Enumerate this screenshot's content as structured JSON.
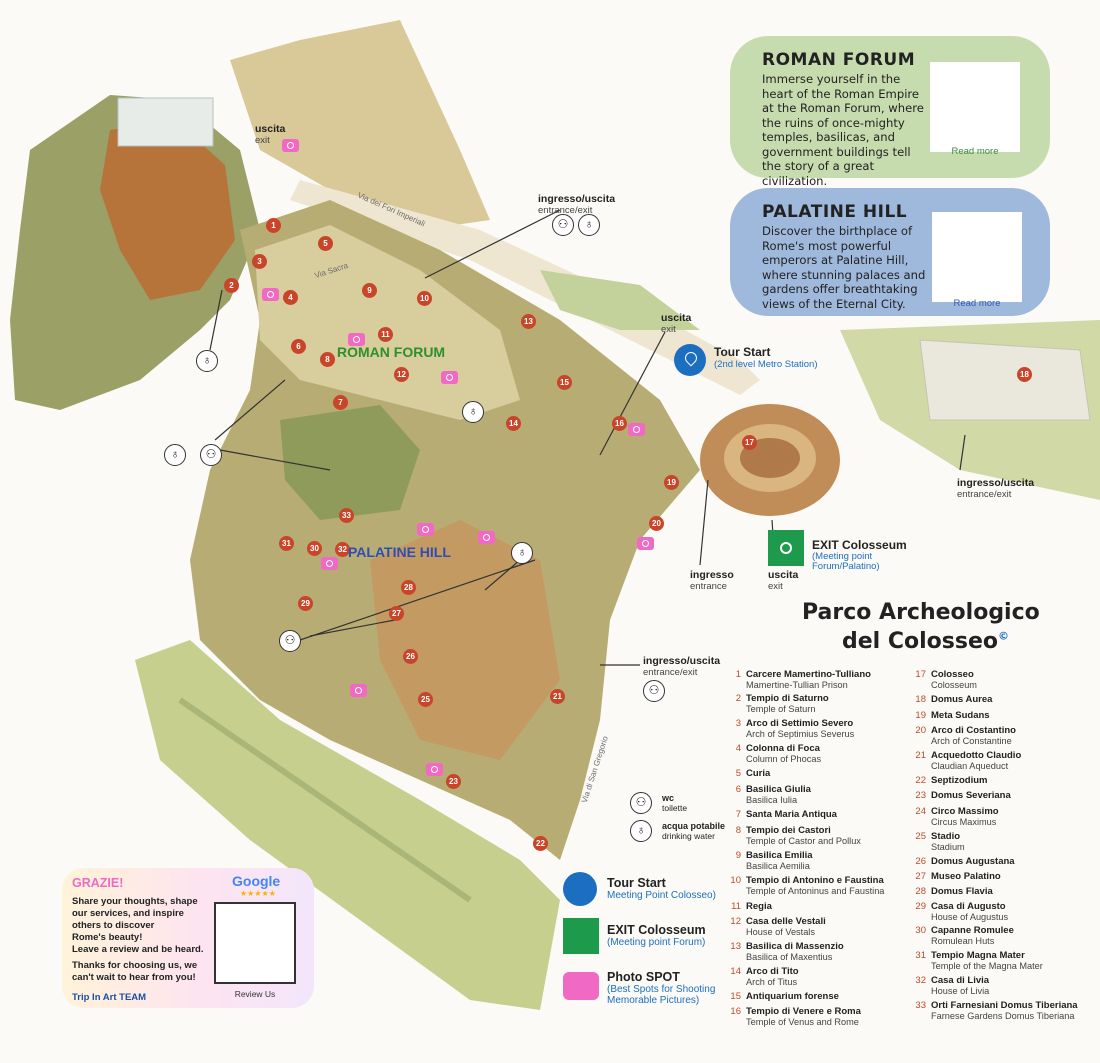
{
  "cards": {
    "forum": {
      "title": "ROMAN FORUM",
      "text": "Immerse yourself in the heart of the Roman Empire at the Roman Forum, where the ruins of once-mighty temples, basilicas, and government buildings tell the story of a great civilization.",
      "read_more": "Read more",
      "bg": "#c7dcae"
    },
    "palatine": {
      "title": "PALATINE HILL",
      "text": "Discover the birthplace of Rome's most powerful emperors at Palatine Hill, where stunning palaces and gardens offer breathtaking views of the Eternal City.",
      "read_more": "Read more",
      "bg": "#9fb9dc"
    }
  },
  "map_labels": {
    "roman_forum": "ROMAN FORUM",
    "palatine_hill": "PALATINE HILL",
    "road_fori": "Via dei Fori Imperiali",
    "road_sacra": "Via Sacra",
    "road_gregorio": "Via di San Gregorio"
  },
  "access": {
    "uscita_top": {
      "it": "uscita",
      "en": "exit"
    },
    "ingresso_uscita_top": {
      "it": "ingresso/uscita",
      "en": "entrance/exit"
    },
    "uscita_mid": {
      "it": "uscita",
      "en": "exit"
    },
    "ingresso_uscita_right": {
      "it": "ingresso/uscita",
      "en": "entrance/exit"
    },
    "ingresso_bottom": {
      "it": "ingresso",
      "en": "entrance"
    },
    "uscita_bottom": {
      "it": "uscita",
      "en": "exit"
    },
    "ingresso_uscita_south": {
      "it": "ingresso/uscita",
      "en": "entrance/exit"
    }
  },
  "tour_start_map": {
    "title": "Tour Start",
    "sub": "(2nd level Metro Station)"
  },
  "exit_colosseum_map": {
    "title": "EXIT Colosseum",
    "sub1": "(Meeting point",
    "sub2": "Forum/Palatino)"
  },
  "park_title": {
    "line1": "Parco Archeologico",
    "line2": "del Colosseo",
    "mark": "©"
  },
  "legend_left": [
    {
      "n": "1",
      "name": "Carcere Mamertino-Tulliano",
      "sub": "Mamertine-Tullian Prison"
    },
    {
      "n": "2",
      "name": "Tempio di Saturno",
      "sub": "Temple of Saturn"
    },
    {
      "n": "3",
      "name": "Arco di Settimio Severo",
      "sub": "Arch of Septimius Severus"
    },
    {
      "n": "4",
      "name": "Colonna di Foca",
      "sub": "Column of Phocas"
    },
    {
      "n": "5",
      "name": "Curia",
      "sub": ""
    },
    {
      "n": "6",
      "name": "Basilica Giulia",
      "sub": "Basilica Iulia"
    },
    {
      "n": "7",
      "name": "Santa Maria Antiqua",
      "sub": ""
    },
    {
      "n": "8",
      "name": "Tempio dei Castori",
      "sub": "Temple of Castor and Pollux"
    },
    {
      "n": "9",
      "name": "Basilica Emilia",
      "sub": "Basilica Aemilia"
    },
    {
      "n": "10",
      "name": "Tempio di Antonino e Faustina",
      "sub": "Temple of Antoninus and Faustina"
    },
    {
      "n": "11",
      "name": "Regia",
      "sub": ""
    },
    {
      "n": "12",
      "name": "Casa delle Vestali",
      "sub": "House of Vestals"
    },
    {
      "n": "13",
      "name": "Basilica di Massenzio",
      "sub": "Basilica of Maxentius"
    },
    {
      "n": "14",
      "name": "Arco di Tito",
      "sub": "Arch of Titus"
    },
    {
      "n": "15",
      "name": "Antiquarium forense",
      "sub": ""
    },
    {
      "n": "16",
      "name": "Tempio di Venere e Roma",
      "sub": "Temple of Venus and Rome"
    }
  ],
  "legend_right": [
    {
      "n": "17",
      "name": "Colosseo",
      "sub": "Colosseum"
    },
    {
      "n": "18",
      "name": "Domus Aurea",
      "sub": ""
    },
    {
      "n": "19",
      "name": "Meta Sudans",
      "sub": ""
    },
    {
      "n": "20",
      "name": "Arco di Costantino",
      "sub": "Arch of Constantine"
    },
    {
      "n": "21",
      "name": "Acquedotto Claudio",
      "sub": "Claudian Aqueduct"
    },
    {
      "n": "22",
      "name": "Septizodium",
      "sub": ""
    },
    {
      "n": "23",
      "name": "Domus Severiana",
      "sub": ""
    },
    {
      "n": "24",
      "name": "Circo Massimo",
      "sub": "Circus Maximus"
    },
    {
      "n": "25",
      "name": "Stadio",
      "sub": "Stadium"
    },
    {
      "n": "26",
      "name": "Domus Augustana",
      "sub": ""
    },
    {
      "n": "27",
      "name": "Museo Palatino",
      "sub": ""
    },
    {
      "n": "28",
      "name": "Domus Flavia",
      "sub": ""
    },
    {
      "n": "29",
      "name": "Casa di Augusto",
      "sub": "House of Augustus"
    },
    {
      "n": "30",
      "name": "Capanne Romulee",
      "sub": "Romulean Huts"
    },
    {
      "n": "31",
      "name": "Tempio Magna Mater",
      "sub": "Temple of the Magna Mater"
    },
    {
      "n": "32",
      "name": "Casa di Livia",
      "sub": "House of Livia"
    },
    {
      "n": "33",
      "name": "Orti Farnesiani Domus Tiberiana",
      "sub": "Farnese Gardens Domus Tiberiana"
    }
  ],
  "facility_legend": {
    "wc": {
      "it": "wc",
      "en": "toilette"
    },
    "water": {
      "it": "acqua potabile",
      "en": "drinking water"
    }
  },
  "bottom_legend": {
    "tour": {
      "title": "Tour Start",
      "sub": "Meeting Point Colosseo)"
    },
    "exit": {
      "title": "EXIT Colosseum",
      "sub": "(Meeting point Forum)"
    },
    "photo": {
      "title": "Photo SPOT",
      "sub1": "(Best Spots for Shooting",
      "sub2": "Memorable Pictures)"
    }
  },
  "review": {
    "title": "GRAZIE!",
    "p1_l1": "Share your thoughts, shape",
    "p1_l2": "our services, and inspire",
    "p1_l3": "others to discover",
    "p1_l4": "Rome's beauty!",
    "p1_l5": "Leave a review and be heard.",
    "p2_l1": "Thanks for choosing us, we",
    "p2_l2": "can't wait to hear from you!",
    "team": "Trip In Art TEAM",
    "google": "Google",
    "stars": "★★★★★",
    "review_us": "Review Us"
  },
  "map_markers": [
    {
      "n": "1"
    },
    {
      "n": "2"
    },
    {
      "n": "3"
    },
    {
      "n": "4"
    },
    {
      "n": "5"
    },
    {
      "n": "6"
    },
    {
      "n": "7"
    },
    {
      "n": "8"
    },
    {
      "n": "9"
    },
    {
      "n": "10"
    },
    {
      "n": "11"
    },
    {
      "n": "12"
    },
    {
      "n": "13"
    },
    {
      "n": "14"
    },
    {
      "n": "15"
    },
    {
      "n": "16"
    },
    {
      "n": "17"
    },
    {
      "n": "18"
    },
    {
      "n": "19"
    },
    {
      "n": "20"
    },
    {
      "n": "21"
    },
    {
      "n": "22"
    },
    {
      "n": "23"
    },
    {
      "n": "25"
    },
    {
      "n": "26"
    },
    {
      "n": "27"
    },
    {
      "n": "28"
    },
    {
      "n": "29"
    },
    {
      "n": "30"
    },
    {
      "n": "31"
    },
    {
      "n": "32"
    },
    {
      "n": "33"
    }
  ],
  "colors": {
    "marker": "#c9452a",
    "photo": "#f06ac4",
    "tour": "#1c6fc0",
    "exit": "#1e9a4c",
    "forum_label": "#2f8f2a",
    "palatine_label": "#2f4eb0"
  }
}
